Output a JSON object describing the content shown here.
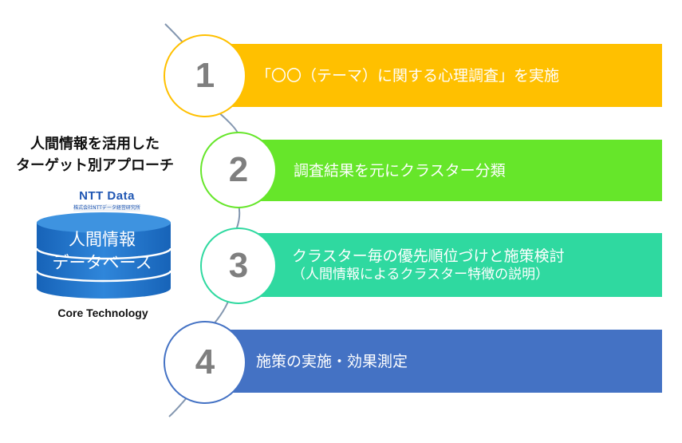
{
  "left_panel": {
    "title_line1": "人間情報を活用した",
    "title_line2": "ターゲット別アプローチ",
    "brand_logo": "NTT Data",
    "brand_subtitle": "株式会社NTTデータ経営研究所",
    "database_line1": "人間情報",
    "database_line2": "データベース",
    "core_label": "Core Technology"
  },
  "steps": [
    {
      "number": "1",
      "line1": "「〇〇（テーマ）に関する心理調査」を実施",
      "line2": "",
      "color": "#FFC000"
    },
    {
      "number": "2",
      "line1": "調査結果を元にクラスター分類",
      "line2": "",
      "color": "#66E62A"
    },
    {
      "number": "3",
      "line1": "クラスター毎の優先順位づけと施策検討",
      "line2": "（人間情報によるクラスター特徴の説明）",
      "color": "#2FD9A0"
    },
    {
      "number": "4",
      "line1": "施策の実施・効果測定",
      "line2": "",
      "color": "#4472C4"
    }
  ]
}
